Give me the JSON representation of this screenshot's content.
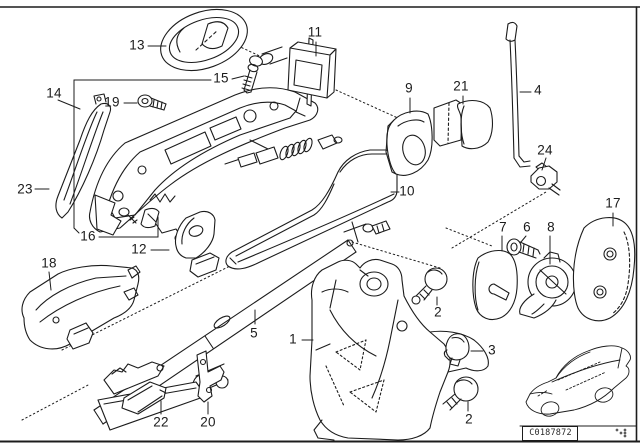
{
  "figure": {
    "type": "exploded-parts-diagram",
    "stamp": {
      "code": "C0187872"
    },
    "colors": {
      "line": "#1c1c1c",
      "background": "#ffffff"
    },
    "callouts": {
      "c1": {
        "label": "1"
      },
      "c2a": {
        "label": "2"
      },
      "c2b": {
        "label": "2"
      },
      "c3": {
        "label": "3"
      },
      "c4": {
        "label": "4"
      },
      "c5": {
        "label": "5"
      },
      "c6": {
        "label": "6"
      },
      "c7": {
        "label": "7"
      },
      "c8": {
        "label": "8"
      },
      "c9": {
        "label": "9"
      },
      "c10": {
        "label": "10"
      },
      "c11": {
        "label": "11"
      },
      "c12": {
        "label": "12"
      },
      "c13": {
        "label": "13"
      },
      "c14": {
        "label": "14"
      },
      "c15": {
        "label": "15"
      },
      "c16": {
        "label": "16"
      },
      "c17": {
        "label": "17"
      },
      "c18": {
        "label": "18"
      },
      "c19": {
        "label": "19"
      },
      "c20": {
        "label": "20"
      },
      "c21": {
        "label": "21"
      },
      "c22": {
        "label": "22"
      },
      "c23": {
        "label": "23"
      },
      "c24": {
        "label": "24"
      }
    }
  }
}
